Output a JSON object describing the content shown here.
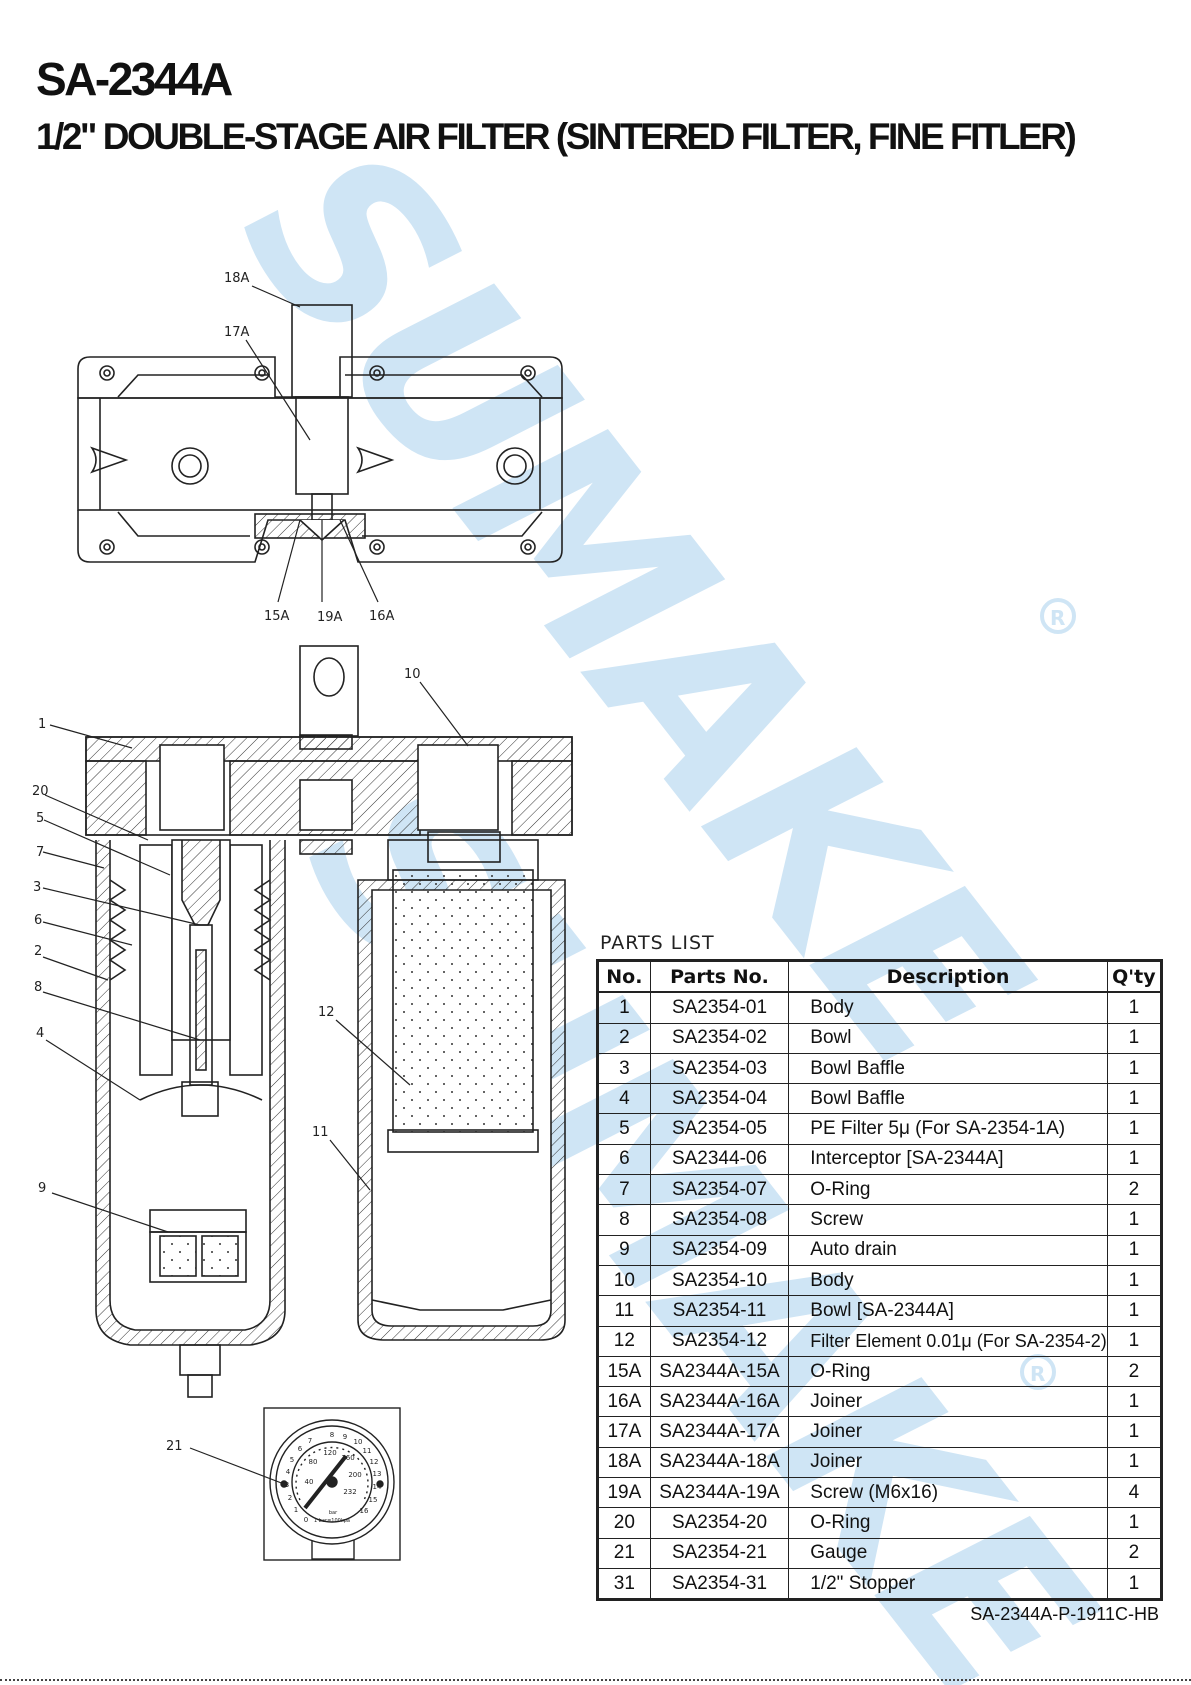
{
  "header": {
    "model": "SA-2344A",
    "subtitle": "1/2\" DOUBLE-STAGE AIR FILTER (SINTERED FILTER, FINE FITLER)"
  },
  "watermark": {
    "text": "SUMAKE",
    "color": "#cfe5f5"
  },
  "callouts": {
    "top": [
      "18A",
      "17A",
      "15A",
      "19A",
      "16A"
    ],
    "section": [
      "1",
      "20",
      "5",
      "7",
      "3",
      "6",
      "2",
      "8",
      "4",
      "9",
      "10",
      "12",
      "11"
    ],
    "gauge": [
      "21"
    ]
  },
  "gauge": {
    "outer_scale": [
      "0",
      "1",
      "2",
      "3",
      "4",
      "5",
      "6",
      "7",
      "8",
      "9",
      "10",
      "11",
      "12",
      "13",
      "14",
      "15",
      "16"
    ],
    "inner_scale": [
      "40",
      "80",
      "120",
      "160",
      "200",
      "232"
    ],
    "unit": "bar",
    "note": "1 bar=100kpa"
  },
  "parts_list": {
    "caption": "PARTS LIST",
    "columns": [
      "No.",
      "Parts No.",
      "Description",
      "Q'ty"
    ],
    "rows": [
      {
        "no": "1",
        "part": "SA2354-01",
        "desc": "Body",
        "qty": "1"
      },
      {
        "no": "2",
        "part": "SA2354-02",
        "desc": "Bowl",
        "qty": "1"
      },
      {
        "no": "3",
        "part": "SA2354-03",
        "desc": "Bowl Baffle",
        "qty": "1"
      },
      {
        "no": "4",
        "part": "SA2354-04",
        "desc": "Bowl Baffle",
        "qty": "1"
      },
      {
        "no": "5",
        "part": "SA2354-05",
        "desc": "PE Filter 5μ (For SA-2354-1A)",
        "qty": "1"
      },
      {
        "no": "6",
        "part": "SA2344-06",
        "desc": "Interceptor [SA-2344A]",
        "qty": "1"
      },
      {
        "no": "7",
        "part": "SA2354-07",
        "desc": "O-Ring",
        "qty": "2"
      },
      {
        "no": "8",
        "part": "SA2354-08",
        "desc": "Screw",
        "qty": "1"
      },
      {
        "no": "9",
        "part": "SA2354-09",
        "desc": "Auto drain",
        "qty": "1"
      },
      {
        "no": "10",
        "part": "SA2354-10",
        "desc": "Body",
        "qty": "1"
      },
      {
        "no": "11",
        "part": "SA2354-11",
        "desc": "Bowl [SA-2344A]",
        "qty": "1"
      },
      {
        "no": "12",
        "part": "SA2354-12",
        "desc": "Filter Element 0.01μ (For SA-2354-2)",
        "qty": "1"
      },
      {
        "no": "15A",
        "part": "SA2344A-15A",
        "desc": "O-Ring",
        "qty": "2"
      },
      {
        "no": "16A",
        "part": "SA2344A-16A",
        "desc": "Joiner",
        "qty": "1"
      },
      {
        "no": "17A",
        "part": "SA2344A-17A",
        "desc": "Joiner",
        "qty": "1"
      },
      {
        "no": "18A",
        "part": "SA2344A-18A",
        "desc": "Joiner",
        "qty": "1"
      },
      {
        "no": "19A",
        "part": "SA2344A-19A",
        "desc": "Screw (M6x16)",
        "qty": "4"
      },
      {
        "no": "20",
        "part": "SA2354-20",
        "desc": "O-Ring",
        "qty": "1"
      },
      {
        "no": "21",
        "part": "SA2354-21",
        "desc": "Gauge",
        "qty": "2"
      },
      {
        "no": "31",
        "part": "SA2354-31",
        "desc": "1/2\" Stopper",
        "qty": "1"
      }
    ]
  },
  "footer": {
    "doc_code": "SA-2344A-P-1911C-HB"
  }
}
